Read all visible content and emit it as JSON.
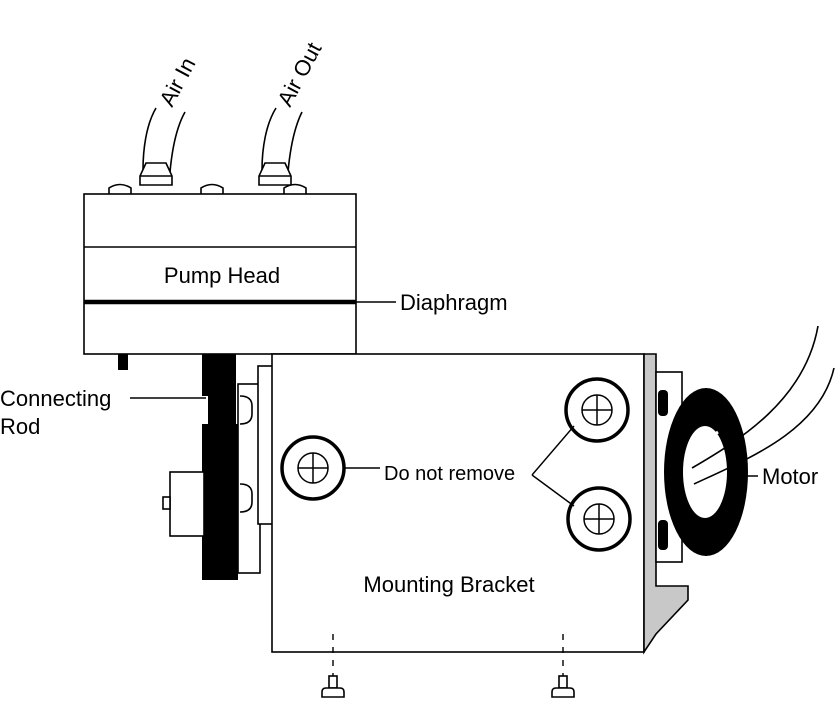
{
  "labels": {
    "air_in": "Air In",
    "air_out": "Air Out",
    "pump_head": "Pump Head",
    "diaphragm": "Diaphragm",
    "connecting_rod_line1": "Connecting",
    "connecting_rod_line2": "Rod",
    "do_not_remove": "Do not remove",
    "motor": "Motor",
    "mounting_bracket": "Mounting Bracket"
  }
}
